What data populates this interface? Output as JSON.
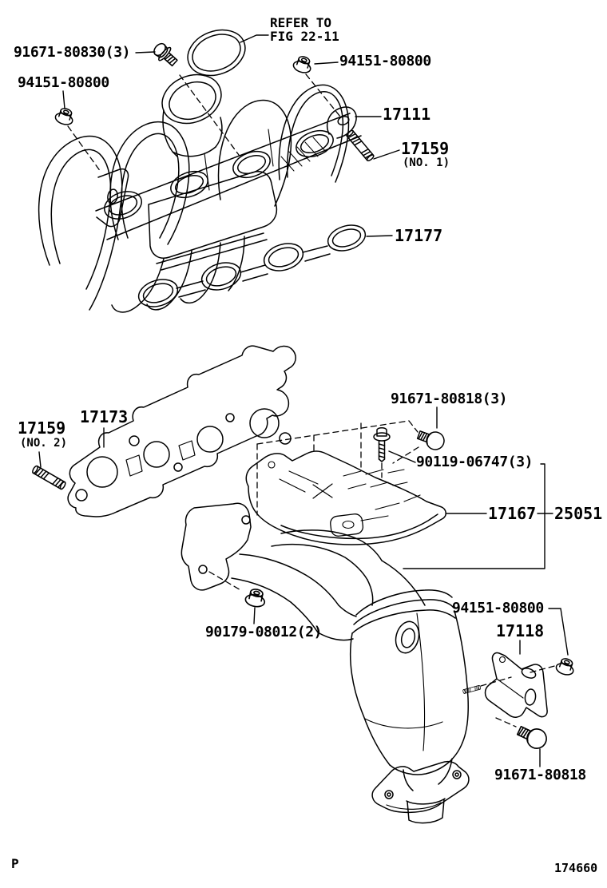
{
  "figure": {
    "page_letter": "P",
    "code": "174660",
    "note_line1": "REFER TO",
    "note_line2": "FIG 22-11"
  },
  "callouts": {
    "bolt_91671_80830": "91671-80830(3)",
    "nut_94151_80800_a": "94151-80800",
    "nut_94151_80800_b": "94151-80800",
    "intake_manifold": "17111",
    "stud_no1": "17159",
    "stud_no1_note": "(NO. 1)",
    "intake_gasket": "17177",
    "stud_no2": "17159",
    "stud_no2_note": "(NO. 2)",
    "exhaust_gasket": "17173",
    "bolt_91671_80818_3": "91671-80818(3)",
    "bolt_90119_06747": "90119-06747(3)",
    "heat_insulator": "17167",
    "converter_assembly": "25051",
    "nut_90179_08012": "90179-08012(2)",
    "nut_94151_80800_c": "94151-80800",
    "bracket": "17118",
    "bolt_91671_80818": "91671-80818"
  }
}
